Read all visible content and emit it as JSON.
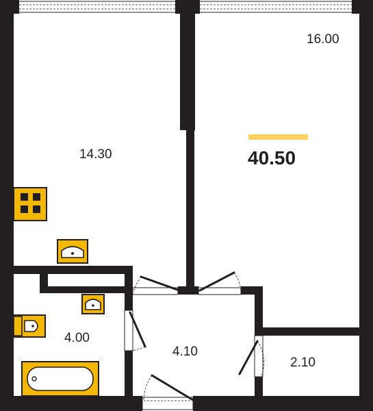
{
  "plan": {
    "total_area": "40.50",
    "accent_color": "#fcd361",
    "fixture_color": "#f5b800",
    "wall_color": "#231f20",
    "rooms": [
      {
        "id": "bedroom",
        "area": "16.00"
      },
      {
        "id": "living-kitchen",
        "area": "14.30"
      },
      {
        "id": "bathroom",
        "area": "4.00"
      },
      {
        "id": "hallway",
        "area": "4.10"
      },
      {
        "id": "storage",
        "area": "2.10"
      }
    ],
    "fixtures": [
      "stove-icon",
      "kitchen-sink-icon",
      "bathroom-sink-icon",
      "toilet-icon",
      "bathtub-icon"
    ]
  }
}
